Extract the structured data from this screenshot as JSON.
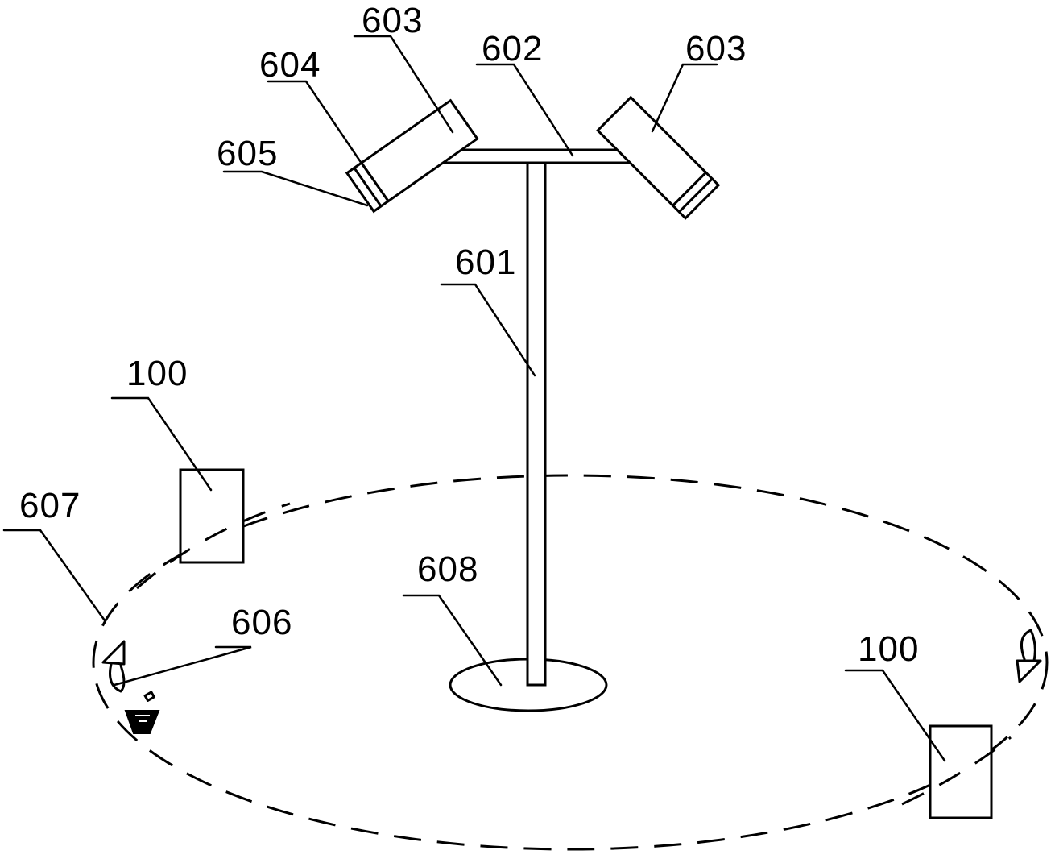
{
  "labels": {
    "pole": "601",
    "crossbar": "602",
    "camera_left": "603",
    "camera_right": "603",
    "lens_housing": "604",
    "lens": "605",
    "marker": "606",
    "track": "607",
    "base": "608",
    "target_left": "100",
    "target_right": "100"
  }
}
